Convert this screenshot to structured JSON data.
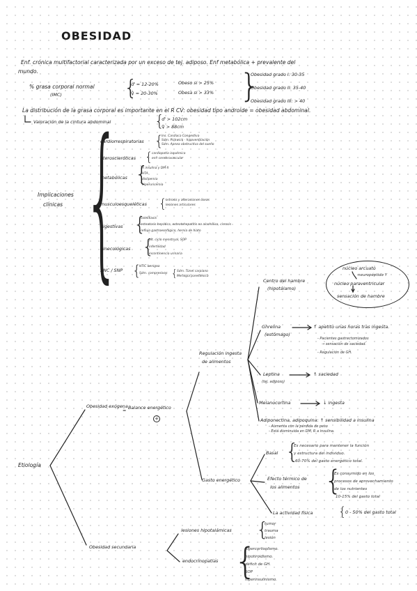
{
  "title": "OBESIDAD",
  "definition": {
    "line1": "Enf. crónica multifactorial caracterizada por un exceso de tej. adiposo. Enf metabólica + prevalente del",
    "line2": "mundo."
  },
  "imc": {
    "label": "% grasa corporal normal",
    "sub": "(IMC)",
    "male_normal": "♂ = 12-20%",
    "female_normal": "♀ = 20-30%",
    "male_obese": "Obeso si > 25%",
    "female_obese": "Obesa si > 33%",
    "grades": [
      "Obesidad grado I: 30-35",
      "Obesidad grado II: 35-40",
      "Obesidad grado III: > 40"
    ]
  },
  "distribution": {
    "line": "La distribución de la grasa corporal es importante en el R CV: obesidad tipo androide = obesidad abdominal.",
    "valuation": "Valoración de la cintura abdominal",
    "male": "♂ > 102cm",
    "female": "♀ > 88cm"
  },
  "implicaciones": {
    "label_1": "Implicaciones",
    "label_2": "clínicas",
    "items": [
      {
        "name": "cardiorrespiratorias",
        "details": [
          "Ins. Cardiaca Congestiva",
          "Sdm. Pickwick - hipoventilación",
          "Sdm. Apnea obstructiva del sueño"
        ]
      },
      {
        "name": "ateroscleróticas",
        "details": [
          "cardiopatía isquémica",
          "enf. cerebrovascular"
        ]
      },
      {
        "name": "metabólicas",
        "details": [
          "R insulina y DM-II",
          "HTA",
          "dislipemia",
          "hiperuricemia"
        ]
      },
      {
        "name": "musculoesqueléticas",
        "details": [
          "artrosis y alteraciones óseas",
          "lesiones articulares"
        ]
      },
      {
        "name": "digestivas",
        "details": [
          "colelitiasis",
          "esteatosis hepática, esteatohepatitis no alcohólica, cirrosis",
          "reflujo gastroesofágico, hernia de hiato"
        ]
      },
      {
        "name": "ginecológicas",
        "details": [
          "alt. ciclo menstrual, SOP",
          "infertilidad",
          "incontinencia urinaria"
        ]
      },
      {
        "name": "SNC / SNP",
        "details": [
          "HTIC benigna",
          "Sdm. compresivos"
        ],
        "sub_details": [
          "Sdm. Túnel carpiano",
          "Meralgia parestésica"
        ]
      }
    ]
  },
  "etiologia": {
    "label": "Etiología",
    "exogena": "Obesidad exógena",
    "balance": "Balance energético",
    "plus": "+",
    "regulacion_1": "Regulación ingesta",
    "regulacion_2": "de alimentos",
    "centro_1": "Centro del hambre",
    "centro_2": "(hipotálamo)",
    "nucleo_arcuato": "núcleo arcuato",
    "neuropeptido": "neuropéptido Y",
    "paraventricular": "núcleo paraventricular",
    "sensacion": "sensación de hambre",
    "ghrelina": "Ghrelina",
    "ghrelina_origen": "(estómago)",
    "ghrelina_efecto": "↑ apetito unas horas tras ingesta.",
    "ghrelina_notas": [
      "- Pacientes gastrectomizados",
      "→ sensación de saciedad.",
      "- Regulación de GH."
    ],
    "leptina": "Leptina",
    "leptina_origen": "(tej. adiposo)",
    "leptina_efecto": "↑ saciedad",
    "melanocortina": "Melanocortina",
    "melanocortina_efecto": "↓ ingesta",
    "adiponectina": "Adiponectina, adipoquina: ↑ sensibilidad a insulina",
    "adiponectina_notas": [
      "- Aumenta con la pérdida de peso",
      "- Está disminuida en DM, R a insulina."
    ],
    "gasto": "Gasto energético",
    "basal": "Basal",
    "basal_notas": [
      "Es necesario para mantener la función",
      "y estructura del individuo.",
      "60-70% del gasto energético total."
    ],
    "termico_1": "Efecto térmico de",
    "termico_2": "los alimentos",
    "termico_notas": [
      "Es consumido en los",
      "procesos de aprovechamiento",
      "de los nutrientes",
      "10-15% del gasto total"
    ],
    "actividad": "La actividad física",
    "actividad_valor": "0 - 50% del gasto total",
    "secundaria": "Obesidad secundaria",
    "hipotalamicas": "lesiones hipotalámicas",
    "hipotalamicas_items": [
      "tumor",
      "trauma",
      "lesión"
    ],
    "endocrinopatias": "endocrinopatías",
    "endocrinopatias_items": [
      "hipercortisolismo.",
      "hipotiroidismo.",
      "déficit de GH.",
      "SOP",
      "hiperinsulinismo."
    ]
  }
}
